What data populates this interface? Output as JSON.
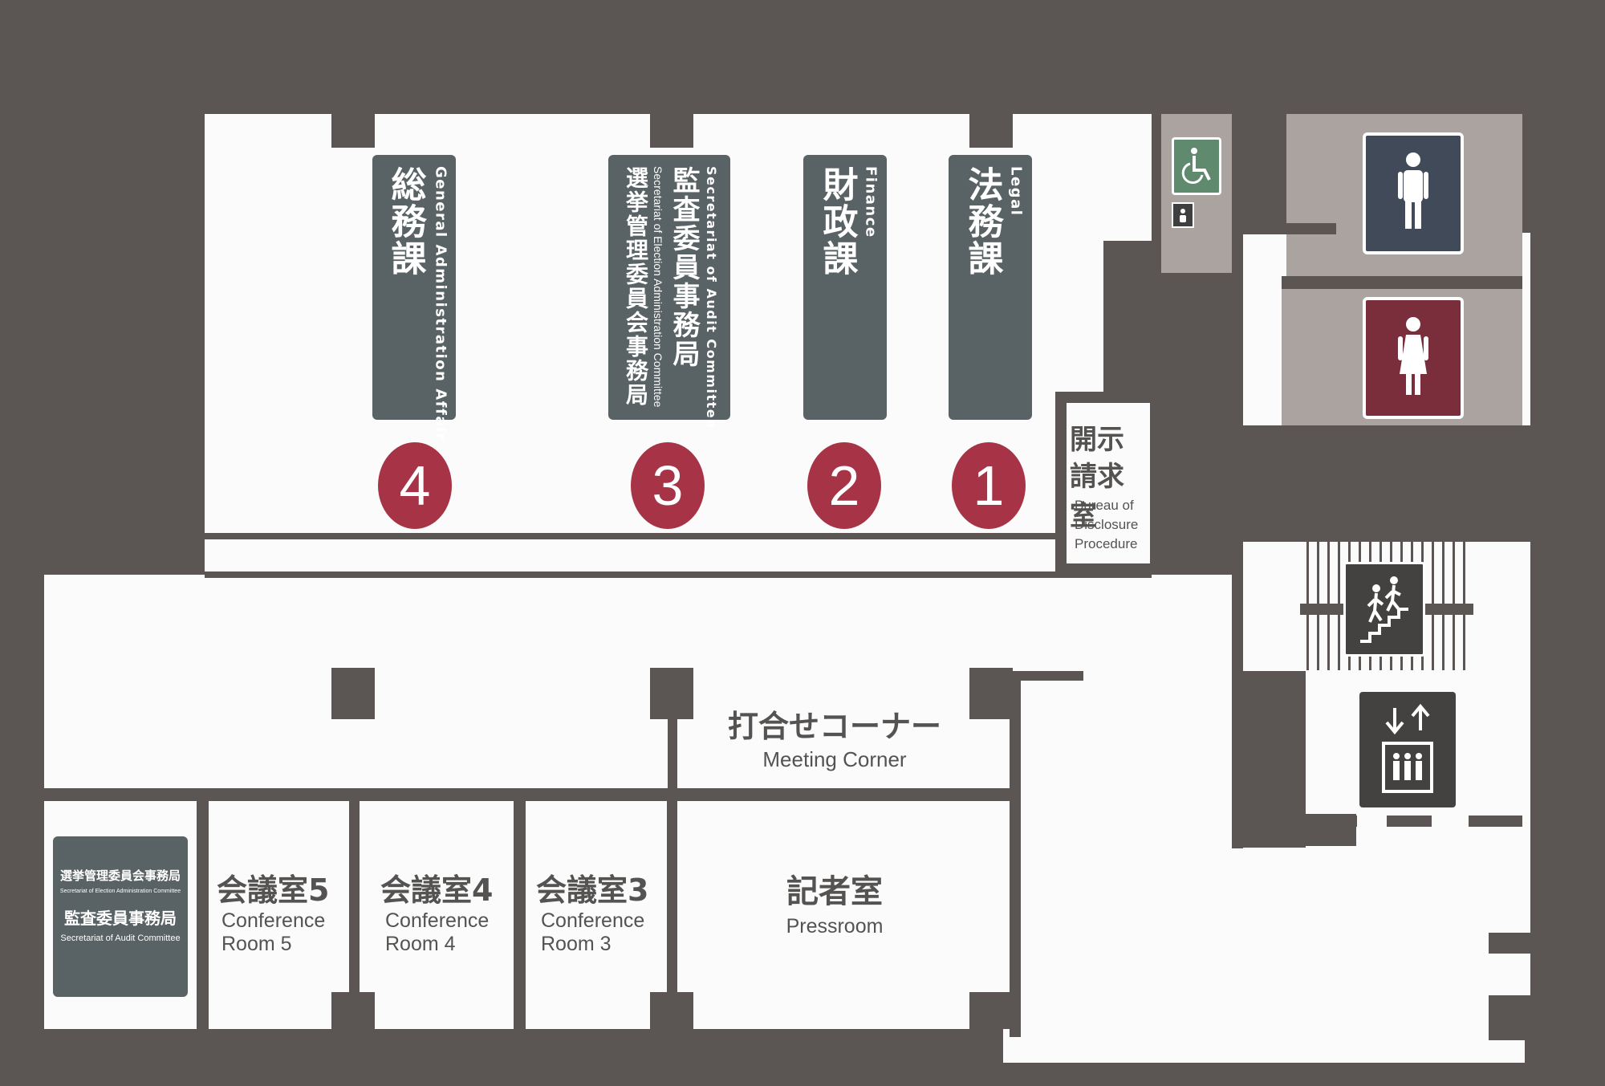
{
  "departments": [
    {
      "number": "1",
      "name_jp": "法務課",
      "name_en": "Legal"
    },
    {
      "number": "2",
      "name_jp": "財政課",
      "name_en": "Finance"
    },
    {
      "number": "3",
      "name_jp": "監査委員事務局",
      "name_en": "Secretariat of Audit Committee",
      "name2_jp": "選挙管理委員会事務局",
      "name2_en": "Secretariat of Election Administration Committee"
    },
    {
      "number": "4",
      "name_jp": "総務課",
      "name_en": "General Administration Affair"
    }
  ],
  "disclosure_room": {
    "name_jp_line1": "開示",
    "name_jp_line2": "請求室",
    "name_en_lines": [
      "Bureau of",
      "Disclosure",
      "Procedure"
    ]
  },
  "meeting_corner": {
    "name_jp": "打合せコーナー",
    "name_en": "Meeting Corner"
  },
  "pressroom": {
    "name_jp": "記者室",
    "name_en": "Pressroom"
  },
  "conference_rooms": [
    {
      "name_jp": "会議室5",
      "name_en_line1": "Conference",
      "name_en_line2": "Room 5"
    },
    {
      "name_jp": "会議室4",
      "name_en_line1": "Conference",
      "name_en_line2": "Room 4"
    },
    {
      "name_jp": "会議室3",
      "name_en_line1": "Conference",
      "name_en_line2": "Room 3"
    }
  ],
  "secretariat_sign": {
    "line1_jp": "選挙管理委員会事務局",
    "line1_en": "Secretariat of Election Administration Committee",
    "line2_jp": "監査委員事務局",
    "line2_en": "Secretariat of Audit Committee"
  },
  "icons": [
    "wheelchair-icon",
    "baby-changing-icon",
    "mens-restroom-icon",
    "womens-restroom-icon",
    "stairs-icon",
    "elevator-icon"
  ],
  "colors": {
    "wall": "#5b5653",
    "floor": "#fbfbfb",
    "banner": "#596264",
    "badge": "#a63446",
    "mens": "#414a59",
    "womens": "#7a2d3a",
    "accessible": "#5f8a6e"
  }
}
